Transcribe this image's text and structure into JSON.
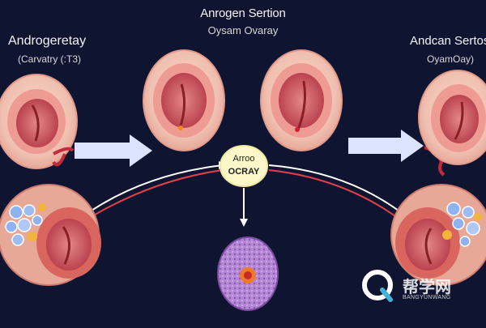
{
  "center": {
    "title": "Anrogen Sertion",
    "subtitle": "Oysam Ovaray"
  },
  "left": {
    "title": "Androgeretay",
    "subtitle": "(Carvatry (:T3)"
  },
  "right": {
    "title": "Andcan Sertos",
    "subtitle": "OyamOay)"
  },
  "badge": {
    "line1": "Arroo",
    "line2": "OCRAY"
  },
  "watermark": {
    "brand": "帮学网",
    "url": "BANGYUNWANG"
  },
  "colors": {
    "background": "#0f1530",
    "tissue_pink": "#f4c7b8",
    "inner_red": "#c94a55",
    "arrow_block": "#dbe3ff",
    "badge": "#fbf7c8",
    "follicle_purple": "#a86bc8"
  }
}
